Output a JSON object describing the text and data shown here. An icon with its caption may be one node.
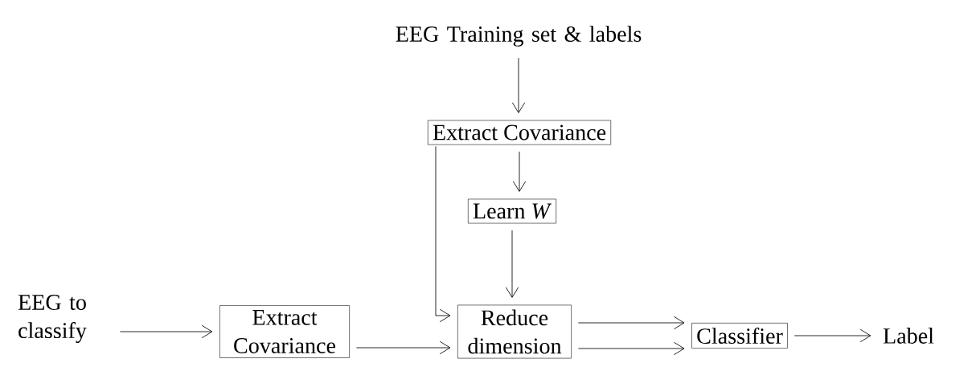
{
  "diagram": {
    "nodes": [
      {
        "text": [
          "EEG Training set & labels"
        ]
      },
      {
        "text": [
          "Extract Covariance"
        ]
      },
      {
        "text": [
          "Learn *W*"
        ]
      },
      {
        "text": [
          "EEG to classify"
        ]
      },
      {
        "text": [
          "Extract Covariance"
        ]
      },
      {
        "text": [
          "Reduce dimension"
        ]
      },
      {
        "text": [
          "Classifier"
        ]
      },
      {
        "text": [
          "Label"
        ]
      }
    ],
    "edges": [
      {
        "from": 0,
        "to": 1,
        "arrow": "to"
      },
      {
        "from": 1,
        "to": 2,
        "arrow": "to"
      },
      {
        "from": 2,
        "to": 5,
        "arrow": "to"
      },
      {
        "from": 1,
        "to": 5,
        "arrow": "to"
      },
      {
        "from": 3,
        "to": 4,
        "arrow": "to"
      },
      {
        "from": 4,
        "to": 5,
        "arrow": "to"
      },
      {
        "from": 5,
        "to": 6,
        "arrow": "to"
      },
      {
        "from": 5,
        "to": 6,
        "arrow": "to"
      },
      {
        "from": 6,
        "to": 7,
        "arrow": "to"
      }
    ]
  }
}
